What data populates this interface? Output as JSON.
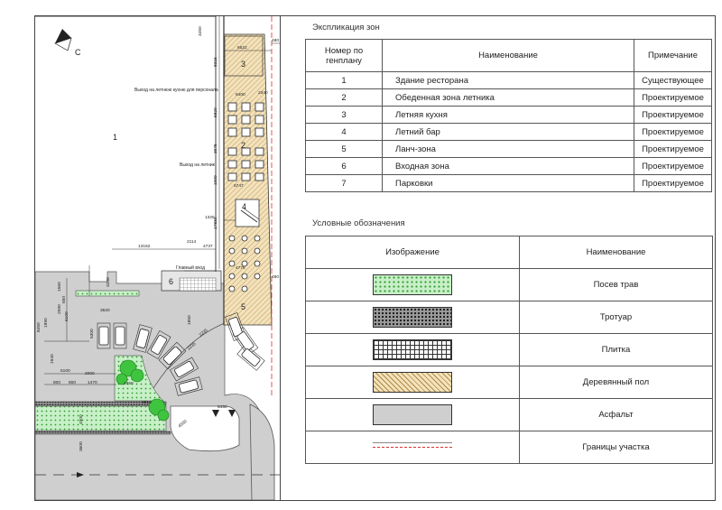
{
  "plan": {
    "zone_labels": [
      "1",
      "2",
      "3",
      "4",
      "5",
      "6"
    ],
    "north_label": "С",
    "text_exit_personnel": "Выход на летнюю кухню для персонала",
    "text_exit_summer": "Выход на летник",
    "text_main_entrance": "Главный вход",
    "dims": [
      "3450",
      "8315",
      "6522",
      "480",
      "8400",
      "5820",
      "3975",
      "2340",
      "1000",
      "17830",
      "1325",
      "13162",
      "2114",
      "4737",
      "6747",
      "480",
      "4775",
      "3200",
      "1560",
      "650",
      "2590",
      "3620",
      "6100",
      "8450",
      "1990",
      "5300",
      "1940",
      "5100",
      "2000",
      "800",
      "800",
      "1470",
      "2450",
      "8610",
      "6450",
      "4500",
      "4500",
      "3600",
      "2235",
      "2235",
      "1850"
    ]
  },
  "explication": {
    "title": "Экспликация зон",
    "headers": [
      "Номер по генплану",
      "Наименование",
      "Примечание"
    ],
    "rows": [
      {
        "num": "1",
        "name": "Здание ресторана",
        "note": "Существующее"
      },
      {
        "num": "2",
        "name": "Обеденная зона летника",
        "note": "Проектируемое"
      },
      {
        "num": "3",
        "name": "Летняя кухня",
        "note": "Проектируемое"
      },
      {
        "num": "4",
        "name": "Летний бар",
        "note": "Проектируемое"
      },
      {
        "num": "5",
        "name": "Ланч-зона",
        "note": "Проектируемое"
      },
      {
        "num": "6",
        "name": "Входная зона",
        "note": "Проектируемое"
      },
      {
        "num": "7",
        "name": "Парковки",
        "note": "Проектируемое"
      }
    ]
  },
  "legend": {
    "title": "Условные обозначения",
    "headers": [
      "Изображение",
      "Наименование"
    ],
    "rows": [
      {
        "swatch": "grass",
        "name": "Посев трав"
      },
      {
        "swatch": "walkway",
        "name": "Тротуар"
      },
      {
        "swatch": "tile",
        "name": "Плитка"
      },
      {
        "swatch": "wood",
        "name": "Деревянный пол"
      },
      {
        "swatch": "asphalt",
        "name": "Асфальт"
      },
      {
        "swatch": "boundary",
        "name": "Границы участка"
      }
    ]
  },
  "colors": {
    "asphalt": "#cfcfcf",
    "wood": "#f3e2bb",
    "grass": "#c8f0c8",
    "boundary": "#d8322e",
    "line": "#444444"
  }
}
